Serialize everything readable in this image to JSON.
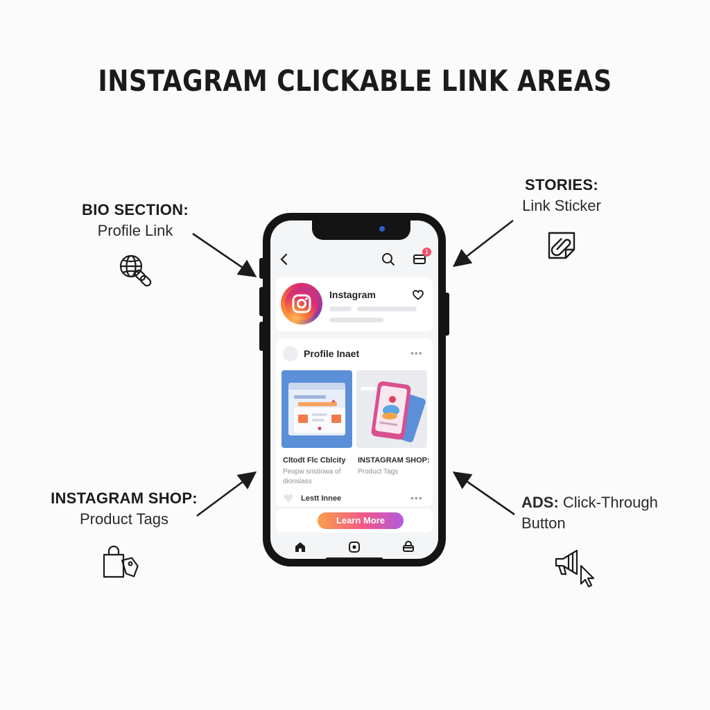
{
  "title": "INSTAGRAM CLICKABLE LINK AREAS",
  "callouts": {
    "bio": {
      "head": "BIO SECTION:",
      "sub": "Profile Link",
      "icon": "globe-link-icon"
    },
    "stories": {
      "head": "STORIES:",
      "sub": "Link Sticker",
      "icon": "paperclip-sticker-icon"
    },
    "shop": {
      "head": "INSTAGRAM SHOP:",
      "sub": "Product Tags",
      "icon": "shopping-bag-tag-icon"
    },
    "ads": {
      "head": "ADS:",
      "sub_inline": "Click-Through",
      "sub": "Button",
      "icon": "megaphone-cursor-icon"
    }
  },
  "phone": {
    "profile": {
      "name": "Instagram"
    },
    "notification_count": "1",
    "feed": {
      "title": "Profile Inaet",
      "left_caption": {
        "head": "Cltodt Flc Cblcity",
        "sub1": "Peopw sristiowa of",
        "sub2": "dionslass"
      },
      "right_caption": {
        "head": "INSTAGRAM SHOP:",
        "sub": "Product Tags"
      },
      "like_label": "Lestt Innee",
      "more": "•••"
    },
    "ad": {
      "button": "Learn More"
    }
  },
  "colors": {
    "accent_pink": "#f0506e",
    "brand_gradient_start": "#fcaf45",
    "brand_gradient_end": "#833ab4",
    "tile_blue": "#5b8fd8",
    "text_dark": "#1b1b1b"
  }
}
